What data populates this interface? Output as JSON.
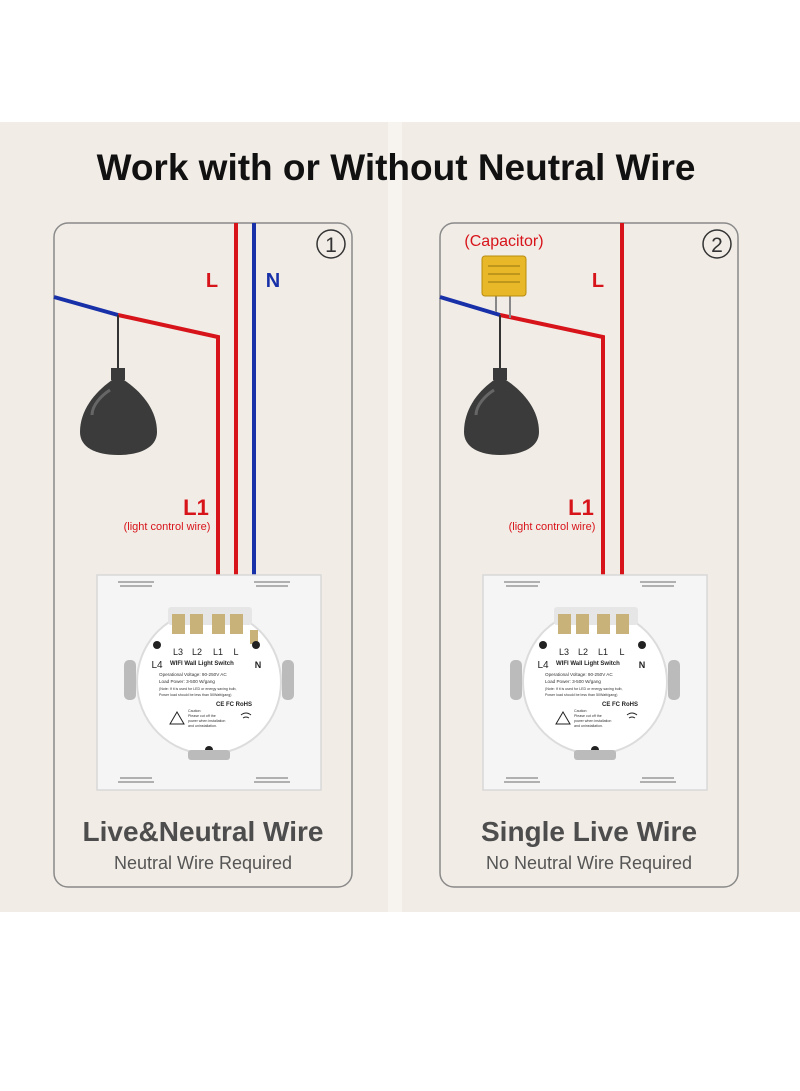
{
  "title": "Work with or Without Neutral Wire",
  "colors": {
    "background": "#f1ece6",
    "panel_border": "#8a8a8a",
    "live_wire": "#d8141b",
    "neutral_wire": "#1830a8",
    "capacitor": "#e8b828",
    "lamp": "#333333"
  },
  "panels": [
    {
      "number": "①",
      "wire_l": "L",
      "wire_n": "N",
      "wire_l1": "L1",
      "l1_note": "(light control wire)",
      "heading": "Live&Neutral Wire",
      "subheading": "Neutral Wire Required",
      "switch": {
        "terminals": [
          "L3",
          "L2",
          "L1",
          "L"
        ],
        "l4": "L4",
        "n": "N",
        "name": "WIFI Wall Light Switch",
        "spec1": "Operational Voltage: 90-250V AC",
        "spec2": "Load Power: 3-500 W/gang",
        "spec3": "(Note: If it is used for LED or energy saving bulb,",
        "spec4": "Power load should be less than 50Watt/gang)",
        "cert": "CE FC RoHS",
        "caution": "Caution:",
        "caution1": "Please cut off the",
        "caution2": "power when installation",
        "caution3": "and uninstallation."
      }
    },
    {
      "number": "②",
      "capacitor": "(Capacitor)",
      "wire_l": "L",
      "wire_l1": "L1",
      "l1_note": "(light control wire)",
      "heading": "Single Live Wire",
      "subheading": "No Neutral Wire Required",
      "switch": {
        "terminals": [
          "L3",
          "L2",
          "L1",
          "L"
        ],
        "l4": "L4",
        "n": "N",
        "name": "WIFI Wall Light Switch",
        "spec1": "Operational Voltage: 90-250V AC",
        "spec2": "Load Power: 3-500 W/gang",
        "spec3": "(Note: If it is used for LED or energy saving bulb,",
        "spec4": "Power load should be less than 50Watt/gang)",
        "cert": "CE FC RoHS",
        "caution": "Caution:",
        "caution1": "Please cut off the",
        "caution2": "power when installation",
        "caution3": "and uninstallation."
      }
    }
  ]
}
